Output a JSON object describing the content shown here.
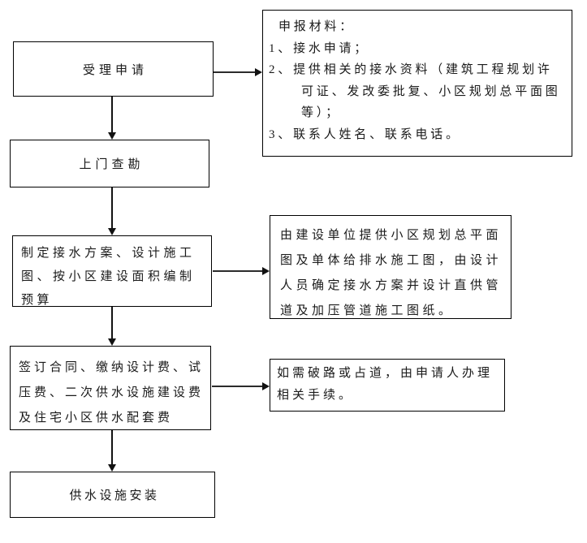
{
  "canvas": {
    "background": "#ffffff",
    "box_border_color": "#000000",
    "arrow_color": "#121212",
    "text_color": "#1a1a1a"
  },
  "diagram": {
    "type": "flowchart",
    "steps": [
      {
        "name": "accept-application",
        "lines": [
          "受理申请"
        ]
      },
      {
        "name": "site-survey",
        "lines": [
          "上门查勘"
        ]
      },
      {
        "name": "draft-plan-and-budget",
        "lines": [
          "制定接水方案、设计施工",
          "图、按小区建设面积编制",
          "预算"
        ]
      },
      {
        "name": "sign-contract-pay-fees",
        "lines": [
          "签订合同、缴纳设计费、试",
          "压费、二次供水设施建设费",
          "及住宅小区供水配套费"
        ]
      },
      {
        "name": "install-facilities",
        "lines": [
          "供水设施安装"
        ]
      }
    ],
    "notes": [
      {
        "name": "application-materials",
        "lines": [
          "申报材料：",
          "1、接水申请；",
          "2、提供相关的接水资料（建筑工程规划许",
          "可证、发改委批复、小区规划总平面图",
          "等）；",
          "3、联系人姓名、联系电话。"
        ]
      },
      {
        "name": "design-by-construction-unit",
        "lines": [
          "由建设单位提供小区规划总平面",
          "图及单体给排水施工图，由设计",
          "人员确定接水方案并设计直供管",
          "道及加压管道施工图纸。"
        ]
      },
      {
        "name": "road-occupation-permit",
        "lines": [
          "如需破路或占道，由申请人办理",
          "相关手续。"
        ]
      }
    ]
  }
}
